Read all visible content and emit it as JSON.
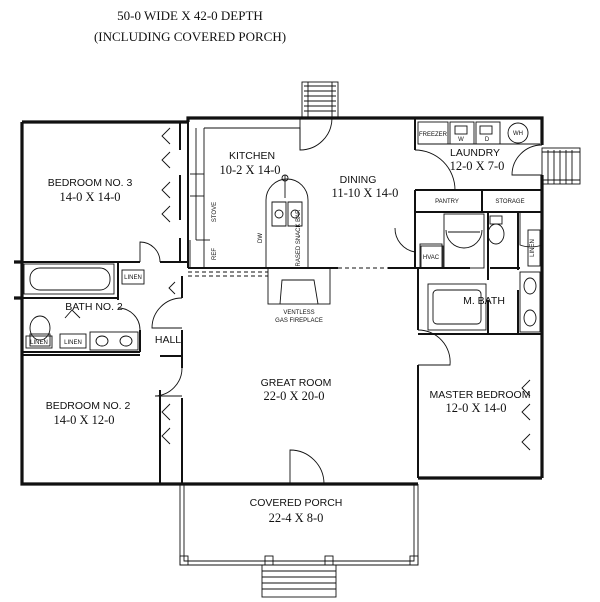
{
  "header": {
    "line1": "50-0 WIDE X 42-0 DEPTH",
    "line2": "(INCLUDING COVERED PORCH)"
  },
  "rooms": {
    "bedroom3": {
      "name": "BEDROOM NO. 3",
      "dim": "14-0 X 14-0"
    },
    "kitchen": {
      "name": "KITCHEN",
      "dim": "10-2 X 14-0"
    },
    "dining": {
      "name": "DINING",
      "dim": "11-10 X 14-0"
    },
    "laundry": {
      "name": "LAUNDRY",
      "dim": "12-0 X 7-0"
    },
    "bath2": {
      "name": "BATH NO. 2"
    },
    "hall": {
      "name": "HALL"
    },
    "mbath": {
      "name": "M. BATH"
    },
    "bedroom2": {
      "name": "BEDROOM NO. 2",
      "dim": "14-0 X 12-0"
    },
    "greatroom": {
      "name": "GREAT ROOM",
      "dim": "22-0 X 20-0"
    },
    "masterbed": {
      "name": "MASTER BEDROOM",
      "dim": "12-0 X 14-0"
    },
    "porch": {
      "name": "COVERED PORCH",
      "dim": "22-4 X 8-0"
    }
  },
  "fixtures": {
    "freezer": "FREEZER",
    "w": "W",
    "d": "D",
    "wh": "WH",
    "pantry": "PANTRY",
    "storage": "STORAGE",
    "stove": "STOVE",
    "ref": "REF",
    "dw": "DW",
    "snackbar": "RASED SNACK BAR",
    "hvac": "HVAC",
    "linen": "LINEN",
    "fireplace1": "VENTLESS",
    "fireplace2": "GAS FIREPLACE"
  }
}
